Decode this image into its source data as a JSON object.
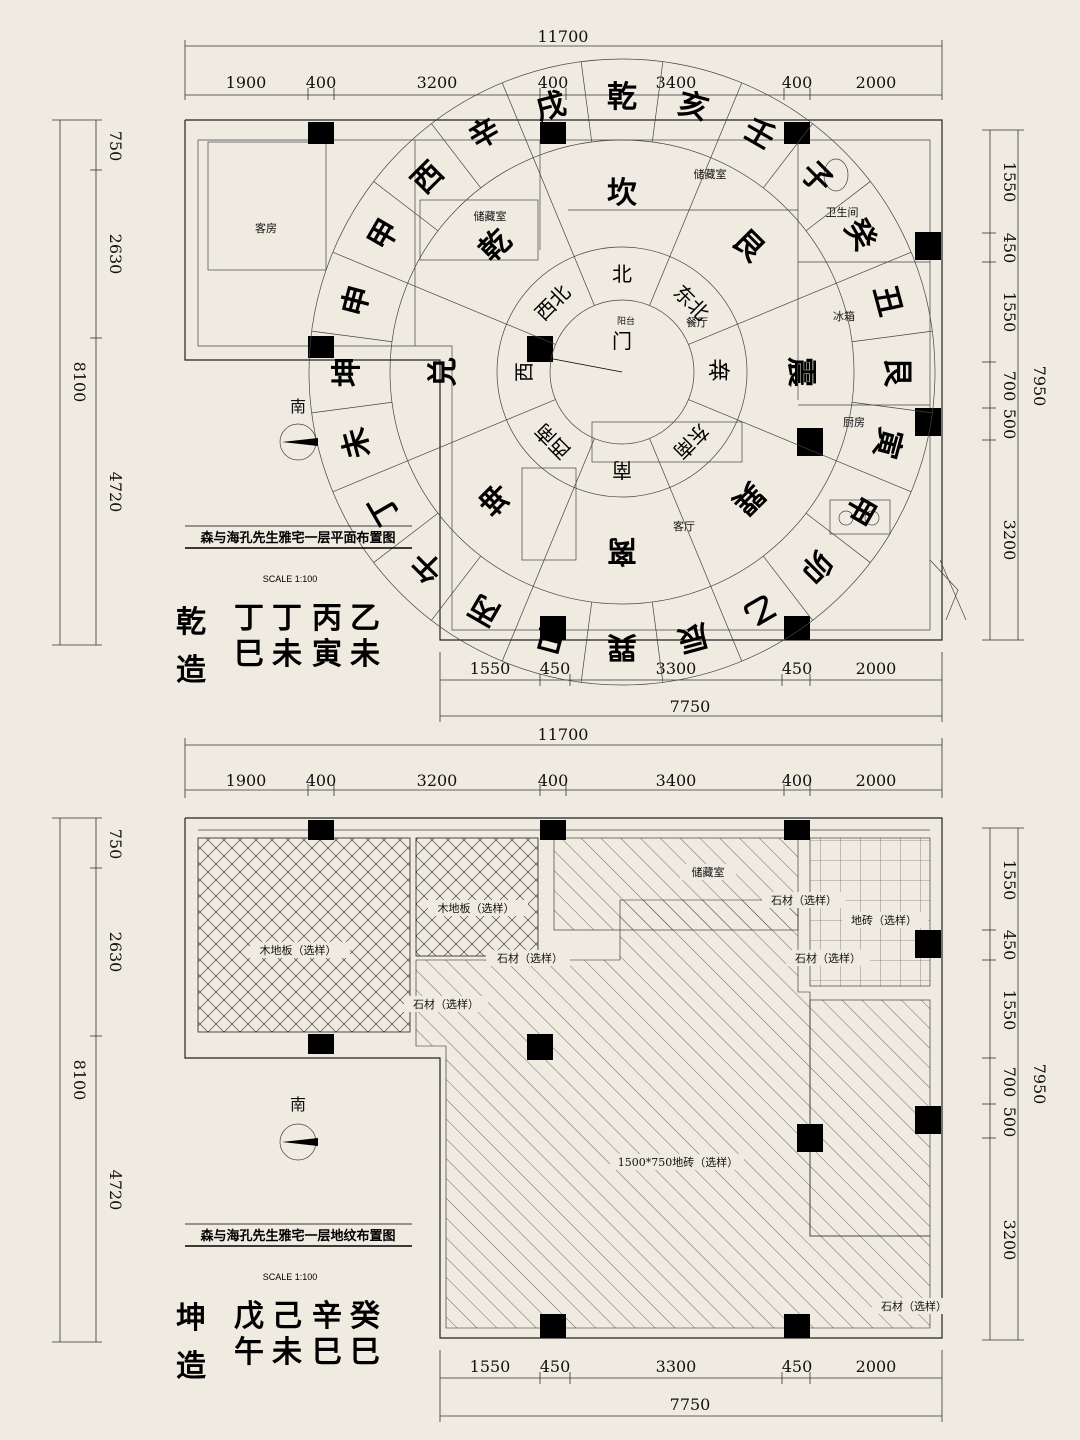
{
  "plan1": {
    "title": "森与海孔先生雅宅一层平面布置图",
    "scale": "SCALE 1:100",
    "south": "南",
    "dims_top_total": "11700",
    "dims_top": [
      "1900",
      "400",
      "3200",
      "400",
      "3400",
      "400",
      "2000"
    ],
    "dims_bottom": [
      "1550",
      "450",
      "3300",
      "450",
      "2000"
    ],
    "dims_bottom_total": "7750",
    "dims_left": [
      "750",
      "2630",
      "4720"
    ],
    "dims_left_total": "8100",
    "dims_right": [
      "1550",
      "450",
      "1550",
      "700",
      "500",
      "3200"
    ],
    "dims_right_total": "7950",
    "rooms": [
      "客房",
      "储藏室",
      "储藏室",
      "卫生间",
      "冰箱",
      "厨房",
      "餐厅",
      "客厅",
      "阳台"
    ],
    "outer_ring": [
      "甲",
      "西",
      "辛",
      "戌",
      "乾",
      "亥",
      "壬",
      "子",
      "癸",
      "丑",
      "艮",
      "寅",
      "甲",
      "卯",
      "乙",
      "辰",
      "巽",
      "巳",
      "丙",
      "午",
      "丁",
      "未",
      "坤",
      "申"
    ],
    "trigrams": [
      "兑",
      "乾",
      "坎",
      "艮",
      "震",
      "巽",
      "离",
      "坤"
    ],
    "inner_dirs": [
      "西",
      "西北",
      "北",
      "东北",
      "东",
      "东南",
      "南",
      "西南"
    ],
    "core": [
      "门",
      "北"
    ],
    "bazi_label": [
      "乾",
      "造"
    ],
    "bazi": [
      [
        "丁",
        "巳"
      ],
      [
        "丁",
        "未"
      ],
      [
        "丙",
        "寅"
      ],
      [
        "乙",
        "未"
      ]
    ]
  },
  "plan2": {
    "title": "森与海孔先生雅宅一层地纹布置图",
    "scale": "SCALE 1:100",
    "south": "南",
    "dims_top_total": "11700",
    "dims_top": [
      "1900",
      "400",
      "3200",
      "400",
      "3400",
      "400",
      "2000"
    ],
    "dims_bottom": [
      "1550",
      "450",
      "3300",
      "450",
      "2000"
    ],
    "dims_bottom_total": "7750",
    "dims_left": [
      "750",
      "2630",
      "4720"
    ],
    "dims_left_total": "8100",
    "dims_right": [
      "1550",
      "450",
      "1550",
      "700",
      "500",
      "3200"
    ],
    "dims_right_total": "7950",
    "materials": [
      "木地板（选样）",
      "木地板（选样）",
      "石材（选样）",
      "石材（选样）",
      "储藏室",
      "石材（选样）",
      "地砖（选样）",
      "石材（选样）",
      "1500*750地砖（选样）",
      "石材（选样）"
    ],
    "bazi_label": [
      "坤",
      "造"
    ],
    "bazi": [
      [
        "戊",
        "午"
      ],
      [
        "己",
        "未"
      ],
      [
        "辛",
        "巳"
      ],
      [
        "癸",
        "巳"
      ]
    ]
  },
  "colors": {
    "background": "#efebe1",
    "ink": "#000000"
  }
}
